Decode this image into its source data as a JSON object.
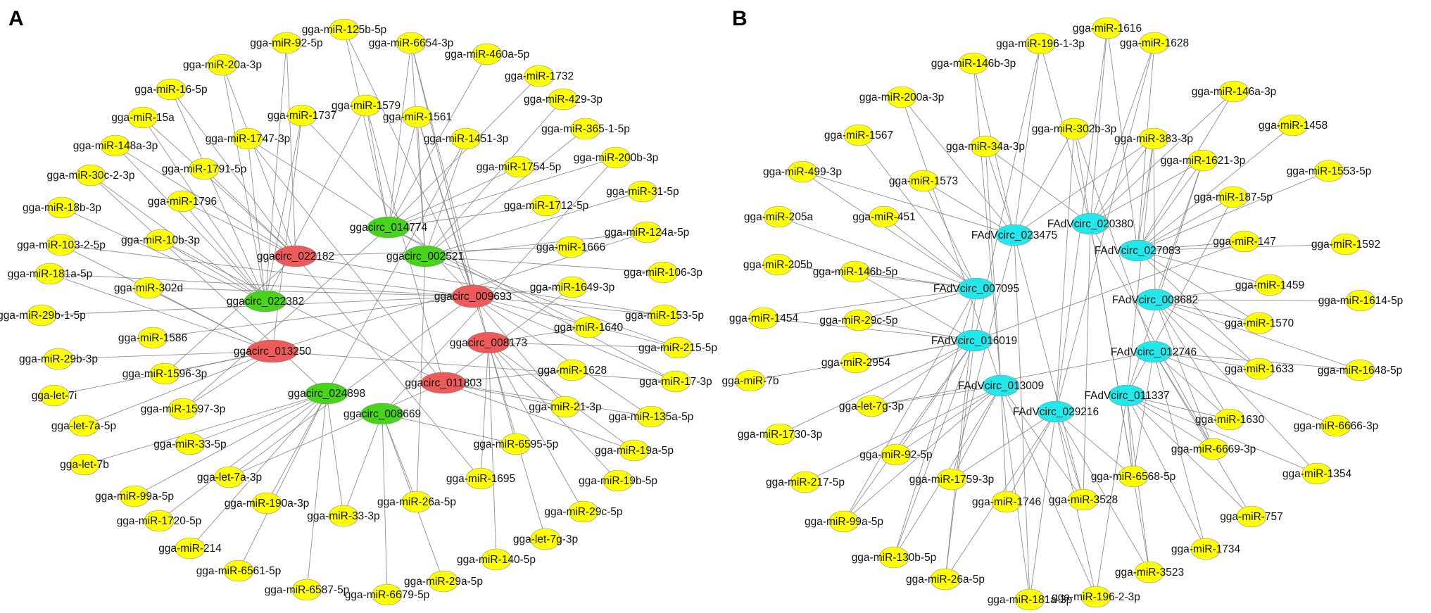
{
  "panels": [
    {
      "label": "A",
      "colors": {
        "mirna": "#ffff00",
        "circ_down": "#ee5a5a",
        "circ_up": "#48d41a"
      },
      "circ_nodes": [
        {
          "id": "ggacirc_014774",
          "type": "up"
        },
        {
          "id": "ggacirc_022182",
          "type": "down"
        },
        {
          "id": "ggacirc_002521",
          "type": "up"
        },
        {
          "id": "ggacirc_022382",
          "type": "up"
        },
        {
          "id": "ggacirc_009693",
          "type": "down"
        },
        {
          "id": "ggacirc_013250",
          "type": "down"
        },
        {
          "id": "ggacirc_008173",
          "type": "down"
        },
        {
          "id": "ggacirc_011803",
          "type": "down"
        },
        {
          "id": "ggacirc_024898",
          "type": "up"
        },
        {
          "id": "ggacirc_008669",
          "type": "up"
        }
      ],
      "mirna_nodes": [
        "gga-miR-125b-5p",
        "gga-miR-92-5p",
        "gga-miR-6654-3p",
        "gga-miR-460a-5p",
        "gga-miR-20a-3p",
        "gga-miR-1732",
        "gga-miR-16-5p",
        "gga-miR-429-3p",
        "gga-miR-1737",
        "gga-miR-1579",
        "gga-miR-1561",
        "gga-miR-15a",
        "gga-miR-365-1-5p",
        "gga-miR-1747-3p",
        "gga-miR-1451-3p",
        "gga-miR-148a-3p",
        "gga-miR-200b-3p",
        "gga-miR-1791-5p",
        "gga-miR-1754-5p",
        "gga-miR-30c-2-3p",
        "gga-miR-31-5p",
        "gga-miR-1796",
        "gga-miR-18b-3p",
        "gga-miR-1712-5p",
        "gga-miR-124a-5p",
        "gga-miR-10b-3p",
        "gga-miR-103-2-5p",
        "gga-miR-1666",
        "gga-miR-106-3p",
        "gga-miR-181a-5p",
        "gga-miR-302d",
        "gga-miR-1649-3p",
        "gga-miR-29b-1-5p",
        "gga-miR-153-5p",
        "gga-miR-1640",
        "gga-miR-1586",
        "gga-miR-215-5p",
        "gga-miR-29b-3p",
        "gga-miR-1596-3p",
        "gga-miR-1628",
        "gga-miR-17-3p",
        "gga-let-7i",
        "gga-miR-21-3p",
        "gga-let-7a-5p",
        "gga-miR-1597-3p",
        "gga-miR-135a-5p",
        "gga-miR-33-5p",
        "gga-miR-6595-5p",
        "gga-miR-19a-5p",
        "gga-let-7b",
        "gga-let-7a-3p",
        "gga-miR-1695",
        "gga-miR-19b-5p",
        "gga-miR-99a-5p",
        "gga-miR-26a-5p",
        "gga-miR-190a-3p",
        "gga-miR-29c-5p",
        "gga-miR-1720-5p",
        "gga-miR-33-3p",
        "gga-let-7g-3p",
        "gga-miR-214",
        "gga-miR-140-5p",
        "gga-miR-6561-5p",
        "gga-miR-29a-5p",
        "gga-miR-6587-5p",
        "gga-miR-6679-5p"
      ]
    },
    {
      "label": "B",
      "colors": {
        "mirna": "#ffff00",
        "circ": "#22e8ec"
      },
      "circ_nodes": [
        "FAdVcirc_020380",
        "FAdVcirc_023475",
        "FAdVcirc_027083",
        "FAdVcirc_007095",
        "FAdVcirc_008682",
        "FAdVcirc_016019",
        "FAdVcirc_012746",
        "FAdVcirc_013009",
        "FAdVcirc_011337",
        "FAdVcirc_029216"
      ],
      "mirna_nodes": [
        "gga-miR-1616",
        "gga-miR-196-1-3p",
        "gga-miR-1628",
        "gga-miR-146b-3p",
        "gga-miR-146a-3p",
        "gga-miR-200a-3p",
        "gga-miR-302b-3p",
        "gga-miR-383-3p",
        "gga-miR-1458",
        "gga-miR-1567",
        "gga-miR-34a-3p",
        "gga-miR-1621-3p",
        "gga-miR-499-3p",
        "gga-miR-1573",
        "gga-miR-1553-5p",
        "gga-miR-187-5p",
        "gga-miR-205a",
        "gga-miR-451",
        "gga-miR-147",
        "gga-miR-1592",
        "gga-miR-205b",
        "gga-miR-146b-5p",
        "gga-miR-1459",
        "gga-miR-1614-5p",
        "gga-miR-1454",
        "gga-miR-29c-5p",
        "gga-miR-1570",
        "gga-miR-2954",
        "gga-miR-1633",
        "gga-miR-1648-5p",
        "gga-miR-7b",
        "gga-let-7g-3p",
        "gga-miR-1630",
        "gga-miR-6666-3p",
        "gga-miR-1730-3p",
        "gga-miR-92-5p",
        "gga-miR-6669-3p",
        "gga-miR-217-5p",
        "gga-miR-1759-3p",
        "gga-miR-6568-5p",
        "gga-miR-1354",
        "gga-miR-1746",
        "gga-miR-3528",
        "gga-miR-757",
        "gga-miR-99a-5p",
        "gga-miR-1734",
        "gga-miR-130b-5p",
        "gga-miR-3523",
        "gga-miR-26a-5p",
        "gga-miR-181a-3p",
        "gga-miR-196-2-3p"
      ]
    }
  ]
}
